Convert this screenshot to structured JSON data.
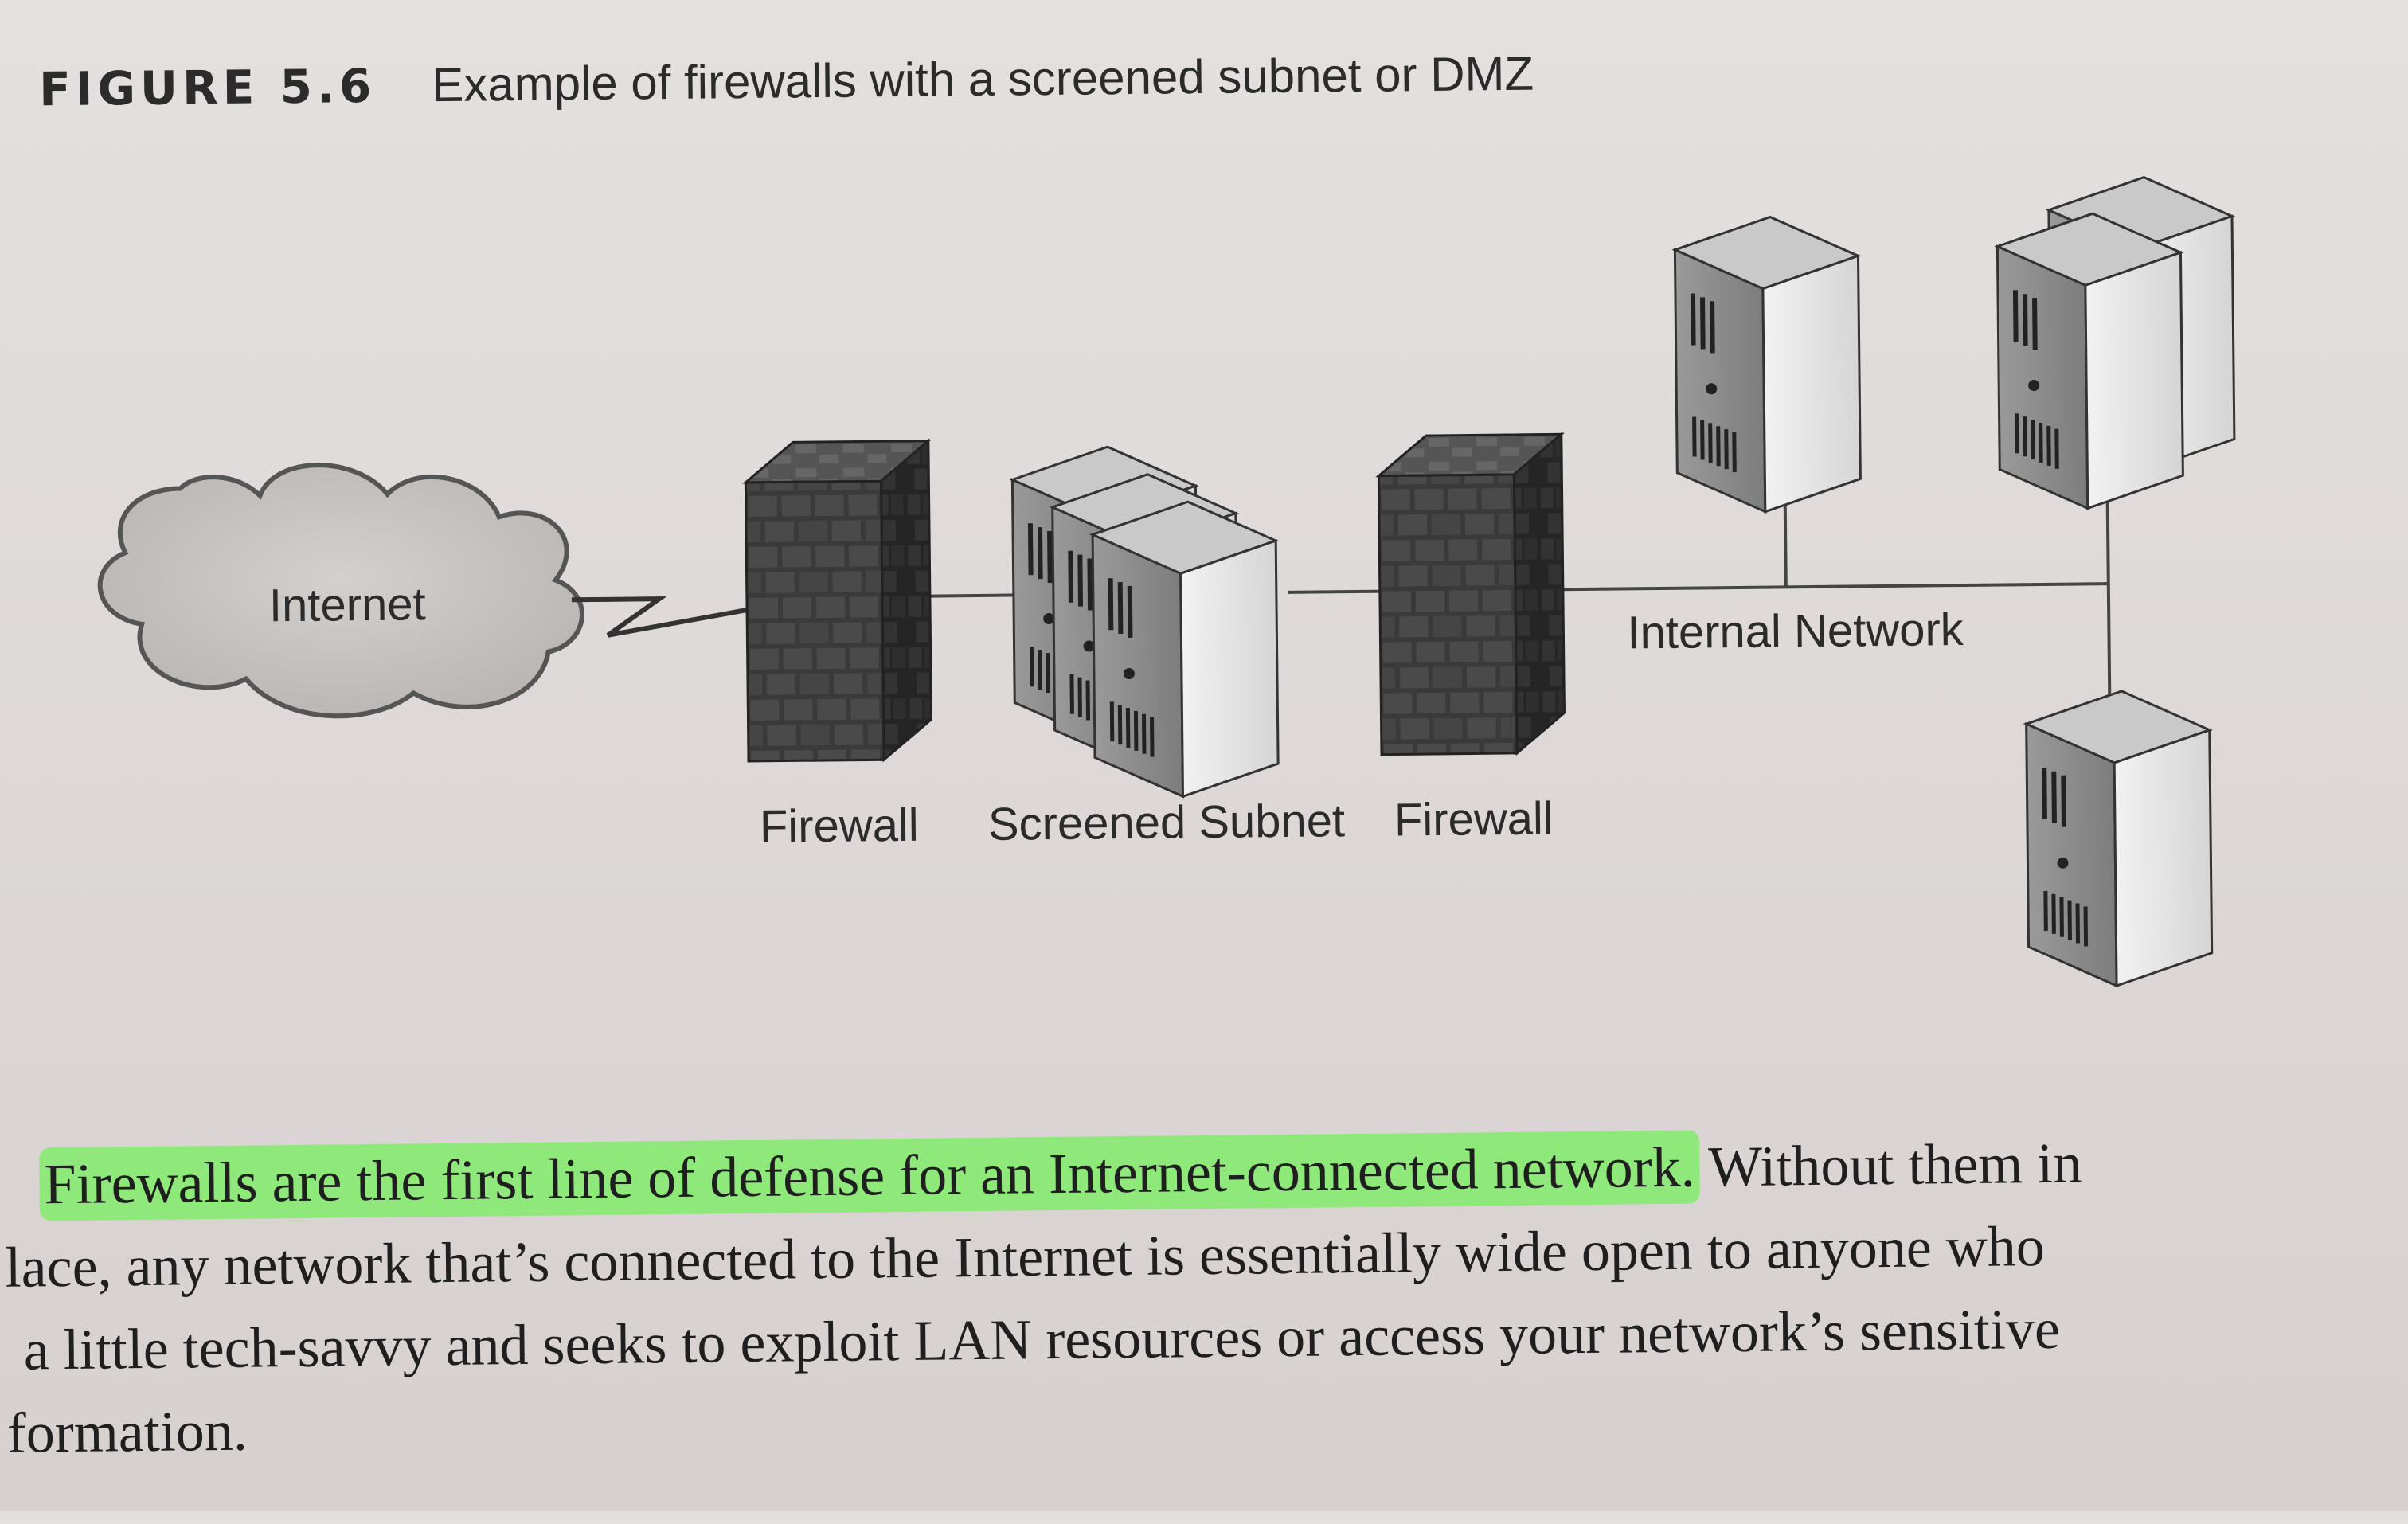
{
  "figure": {
    "label": "FIGURE 5.6",
    "caption": "Example of firewalls with a screened subnet or DMZ"
  },
  "diagram": {
    "internet_label": "Internet",
    "firewall_left_label": "Firewall",
    "screened_subnet_label": "Screened Subnet",
    "firewall_right_label": "Firewall",
    "internal_network_label": "Internal Network"
  },
  "body": {
    "highlighted": "Firewalls are the first line of defense for an Internet-connected network.",
    "line1_rest": " Without them in",
    "line2": "lace, any network that’s connected to the Internet is essentially wide open to anyone who",
    "line3": "a little tech-savvy and seeks to exploit LAN resources or access your network’s sensitive",
    "line4": "formation.",
    "highlight_color": "#8fe87a"
  }
}
